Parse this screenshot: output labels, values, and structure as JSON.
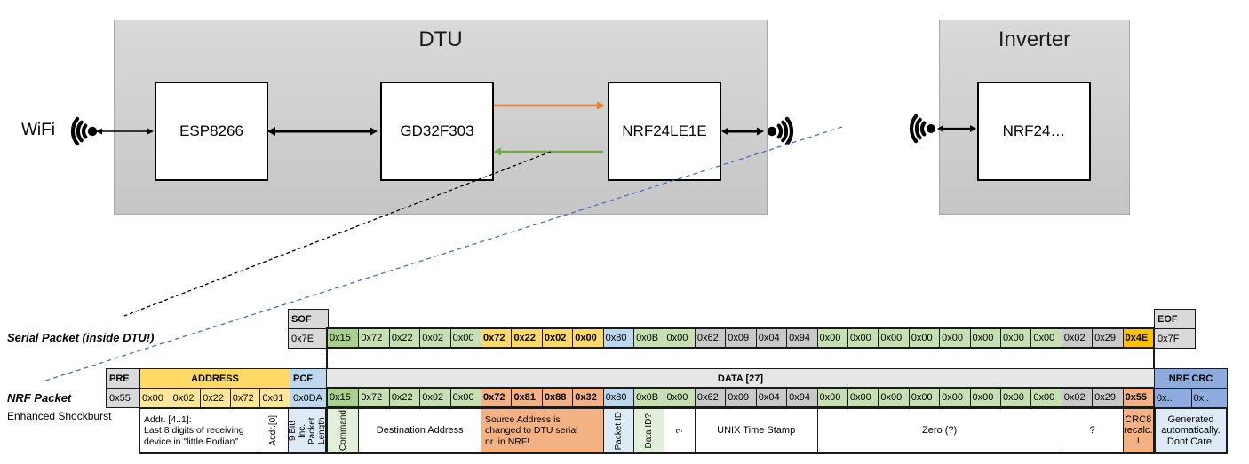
{
  "diagram": {
    "wifi_label": "WiFi",
    "dtu": {
      "title": "DTU",
      "chips": [
        "ESP8266",
        "GD32F303",
        "NRF24LE1E"
      ]
    },
    "inverter": {
      "title": "Inverter",
      "chip": "NRF24…"
    },
    "colors": {
      "uart_tx_arrow_orange": "#ED7D31",
      "uart_rx_arrow_green": "#70AD47",
      "radio_link_dash_blue": "#4472C4",
      "serial_link_dash_black": "#000000"
    }
  },
  "serial_packet": {
    "label": "Serial Packet (inside DTU!)",
    "sof_header": "SOF",
    "sof_value": "0x7E",
    "eof_header": "EOF",
    "eof_value": "0x7F",
    "bytes": [
      {
        "v": "0x15",
        "c": "green_dark"
      },
      {
        "v": "0x72",
        "c": "green"
      },
      {
        "v": "0x22",
        "c": "green"
      },
      {
        "v": "0x02",
        "c": "green"
      },
      {
        "v": "0x00",
        "c": "green"
      },
      {
        "v": "0x72",
        "c": "yellow_bold",
        "bold": true
      },
      {
        "v": "0x22",
        "c": "yellow_bold",
        "bold": true
      },
      {
        "v": "0x02",
        "c": "yellow_bold",
        "bold": true
      },
      {
        "v": "0x00",
        "c": "yellow_bold",
        "bold": true
      },
      {
        "v": "0x80",
        "c": "blue"
      },
      {
        "v": "0x0B",
        "c": "green"
      },
      {
        "v": "0x00",
        "c": "green"
      },
      {
        "v": "0x62",
        "c": "gray_byte"
      },
      {
        "v": "0x09",
        "c": "gray_byte"
      },
      {
        "v": "0x04",
        "c": "gray_byte"
      },
      {
        "v": "0x94",
        "c": "gray_byte"
      },
      {
        "v": "0x00",
        "c": "green"
      },
      {
        "v": "0x00",
        "c": "green"
      },
      {
        "v": "0x00",
        "c": "green"
      },
      {
        "v": "0x00",
        "c": "green"
      },
      {
        "v": "0x00",
        "c": "green"
      },
      {
        "v": "0x00",
        "c": "green"
      },
      {
        "v": "0x00",
        "c": "green"
      },
      {
        "v": "0x00",
        "c": "green"
      },
      {
        "v": "0x02",
        "c": "gray_byte"
      },
      {
        "v": "0x29",
        "c": "gray_byte"
      },
      {
        "v": "0x4E",
        "c": "amber",
        "bold": true
      }
    ]
  },
  "nrf_packet": {
    "label": "NRF Packet",
    "sublabel": "Enhanced Shockburst",
    "pre_header": "PRE",
    "pre_value": "0x55",
    "address_header": "ADDRESS",
    "address_values": [
      "0x00",
      "0x02",
      "0x22",
      "0x72",
      "0x01"
    ],
    "pcf_header": "PCF",
    "pcf_value": "0x0DA",
    "data_header": "DATA [27]",
    "bytes": [
      {
        "v": "0x15",
        "c": "green_dark"
      },
      {
        "v": "0x72",
        "c": "green"
      },
      {
        "v": "0x22",
        "c": "green"
      },
      {
        "v": "0x02",
        "c": "green"
      },
      {
        "v": "0x00",
        "c": "green"
      },
      {
        "v": "0x72",
        "c": "salmon",
        "bold": true
      },
      {
        "v": "0x81",
        "c": "salmon",
        "bold": true
      },
      {
        "v": "0x88",
        "c": "salmon",
        "bold": true
      },
      {
        "v": "0x32",
        "c": "salmon",
        "bold": true
      },
      {
        "v": "0x80",
        "c": "blue"
      },
      {
        "v": "0x0B",
        "c": "green"
      },
      {
        "v": "0x00",
        "c": "green"
      },
      {
        "v": "0x62",
        "c": "gray_byte"
      },
      {
        "v": "0x09",
        "c": "gray_byte"
      },
      {
        "v": "0x04",
        "c": "gray_byte"
      },
      {
        "v": "0x94",
        "c": "gray_byte"
      },
      {
        "v": "0x00",
        "c": "green"
      },
      {
        "v": "0x00",
        "c": "green"
      },
      {
        "v": "0x00",
        "c": "green"
      },
      {
        "v": "0x00",
        "c": "green"
      },
      {
        "v": "0x00",
        "c": "green"
      },
      {
        "v": "0x00",
        "c": "green"
      },
      {
        "v": "0x00",
        "c": "green"
      },
      {
        "v": "0x00",
        "c": "green"
      },
      {
        "v": "0x02",
        "c": "gray_byte"
      },
      {
        "v": "0x29",
        "c": "gray_byte"
      },
      {
        "v": "0x55",
        "c": "salmon",
        "bold": true
      }
    ],
    "crc_header": "NRF CRC",
    "crc_values": [
      "0x..",
      "0x.."
    ]
  },
  "annotations": {
    "left": [
      {
        "text": "Addr. [4..1]:\nLast 8 digits of receiving\ndevice in \"little Endian\"",
        "span": 4,
        "rot": false,
        "c": "white",
        "align": "left"
      },
      {
        "text": "Addr.[0]",
        "span": 1,
        "rot": true,
        "c": "white"
      },
      {
        "text": "9 Bit!\nInc. Packet\nLength",
        "span": 1,
        "rot": true,
        "c": "blue_tint"
      }
    ],
    "data": [
      {
        "text": "Command",
        "span": 1,
        "rot": true,
        "c": "green_tint"
      },
      {
        "text": "Destination Address",
        "span": 4,
        "rot": false,
        "c": "white",
        "align": "center"
      },
      {
        "text": "Source Address is\nchanged to DTU serial\nnr. in NRF!",
        "span": 4,
        "rot": false,
        "c": "salmon",
        "align": "left"
      },
      {
        "text": "Packet ID",
        "span": 1,
        "rot": true,
        "c": "blue_tint"
      },
      {
        "text": "Data ID?",
        "span": 1,
        "rot": true,
        "c": "green_tint"
      },
      {
        "text": "?",
        "span": 1,
        "rot": true,
        "c": "white"
      },
      {
        "text": "UNIX Time Stamp",
        "span": 4,
        "rot": false,
        "c": "white",
        "align": "center"
      },
      {
        "text": "Zero (?)",
        "span": 8,
        "rot": false,
        "c": "white",
        "align": "center"
      },
      {
        "text": "?",
        "span": 2,
        "rot": false,
        "c": "white",
        "align": "center"
      },
      {
        "text": "CRC8\nrecalc.\n!",
        "span": 1,
        "rot": false,
        "c": "salmon",
        "align": "center"
      }
    ],
    "crc": [
      {
        "text": "Generated\nautomatically.\nDont Care!",
        "span": 2,
        "rot": false,
        "c": "blue_tint",
        "align": "center"
      }
    ]
  },
  "cell_colors": {
    "gray_header": "#D9D9D9",
    "gray_light": "#E7E6E6",
    "gray_byte": "#C9C9C9",
    "green_dark": "#A9D08E",
    "green": "#C6E0B4",
    "green_tint": "#E2EFDA",
    "yellow_header": "#FFD966",
    "yellow": "#FFE699",
    "yellow_bold": "#FFD966",
    "amber": "#FFC000",
    "blue": "#BDD7EE",
    "blue_med": "#8FAADC",
    "blue_tint": "#DEEBF7",
    "salmon": "#F4B183"
  }
}
